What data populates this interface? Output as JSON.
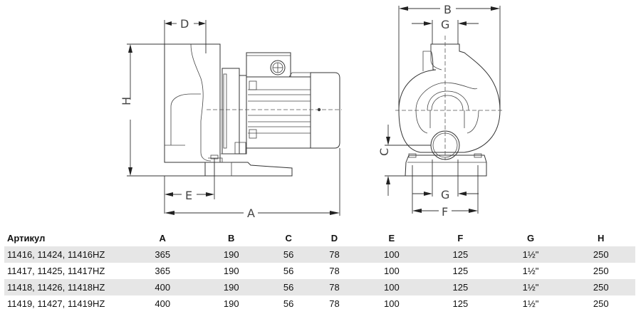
{
  "drawing": {
    "labels": {
      "A": "A",
      "B": "B",
      "C": "C",
      "D": "D",
      "E": "E",
      "F": "F",
      "G_top": "G",
      "G_bottom": "G",
      "H": "H"
    }
  },
  "table": {
    "headers": [
      "Артикул",
      "A",
      "B",
      "C",
      "D",
      "E",
      "F",
      "G",
      "H"
    ],
    "rows": [
      [
        "11416, 11424, 11416HZ",
        "365",
        "190",
        "56",
        "78",
        "100",
        "125",
        "1½\"",
        "250"
      ],
      [
        "11417, 11425, 11417HZ",
        "365",
        "190",
        "56",
        "78",
        "100",
        "125",
        "1½\"",
        "250"
      ],
      [
        "11418, 11426, 11418HZ",
        "400",
        "190",
        "56",
        "78",
        "100",
        "125",
        "1½\"",
        "250"
      ],
      [
        "11419, 11427, 11419HZ",
        "400",
        "190",
        "56",
        "78",
        "100",
        "125",
        "1½\"",
        "250"
      ]
    ],
    "shaded_row_color": "#e6e6e6"
  }
}
